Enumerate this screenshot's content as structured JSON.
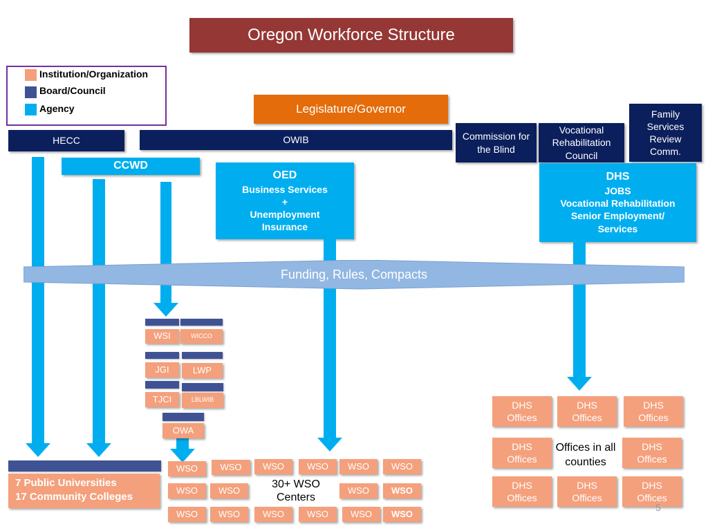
{
  "title": "Oregon Workforce Structure",
  "legend": {
    "items": [
      {
        "label": "Institution/Organization",
        "color": "#f4a07c"
      },
      {
        "label": "Board/Council",
        "color": "#3f5294"
      },
      {
        "label": "Agency",
        "color": "#00aeef"
      }
    ]
  },
  "boards": {
    "legislature": "Legislature/Governor",
    "hecc": "HECC",
    "owib": "OWIB",
    "commission_blind": "Commission for the Blind",
    "vr_council": "Vocational Rehabilitation Council",
    "family_services": "Family Services Review Comm."
  },
  "agencies": {
    "ccwd": "CCWD",
    "oed": {
      "name": "OED",
      "line1": "Business Services",
      "line2": "+",
      "line3": "Unemployment Insurance"
    },
    "dhs": {
      "name": "DHS",
      "line1": "JOBS",
      "line2": "Vocational Rehabilitation",
      "line3": "Senior Employment/ Services"
    }
  },
  "banner": "Funding, Rules, Compacts",
  "local_boards": {
    "wsi": "WSI",
    "wicco": "WICCO",
    "jgi": "JGI",
    "lwp": "LWP",
    "tjci": "TJCI",
    "lblwib": "LBLWIB",
    "owa": "OWA"
  },
  "institutions": {
    "universities": "7 Public Universities",
    "colleges": "17 Community Colleges"
  },
  "wso": {
    "label": "WSO",
    "center_text": "30+ WSO Centers"
  },
  "dhs_offices": {
    "label": "DHS Offices",
    "center_text": "Offices in all counties"
  },
  "slide_number": "5"
}
